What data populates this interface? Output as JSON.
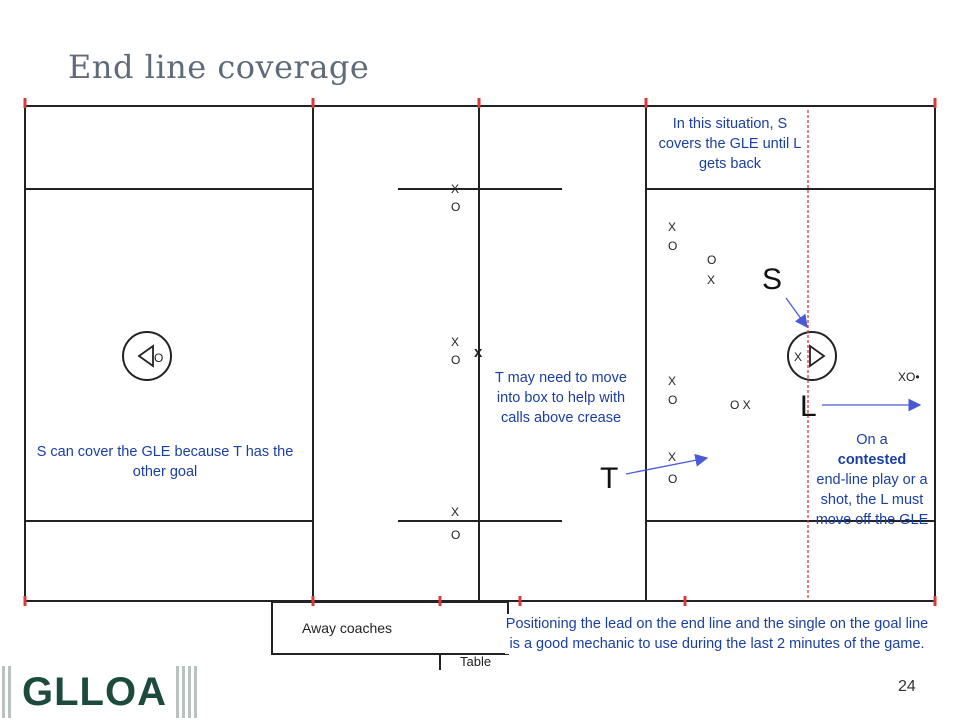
{
  "slide": {
    "title": "End line coverage",
    "page_number": "24"
  },
  "logo": {
    "text": "GLLOA"
  },
  "notes": {
    "s_covers_gle": "In this situation, S covers the GLE until L gets back",
    "s_can_cover": "S can cover the GLE because T has the other goal",
    "t_may_move": "T may need to move into box to help with calls above crease",
    "contested_pre": "On a",
    "contested_bold": "contested",
    "contested_post": "end-line play or a shot, the L must move off the GLE",
    "positioning": "Positioning the lead on the end line and the single on the goal line is a good mechanic to use during the last 2 minutes of the game."
  },
  "officials": {
    "single": "S",
    "lead": "L",
    "trail": "T"
  },
  "table_area": {
    "away_coaches": "Away coaches",
    "table": "Table"
  },
  "player_marks": {
    "x": "X",
    "o": "O",
    "x_lower": "x",
    "o_x": "O X",
    "xo_dot": "XO•"
  },
  "colors": {
    "annotation": "#1a3fa3",
    "field_line": "#222222",
    "arrow": "#4a5ad6",
    "boundary": "#d93a3a"
  },
  "icons": {
    "left_goal": "goal-triangle-left-icon",
    "right_goal": "goal-triangle-right-icon"
  }
}
